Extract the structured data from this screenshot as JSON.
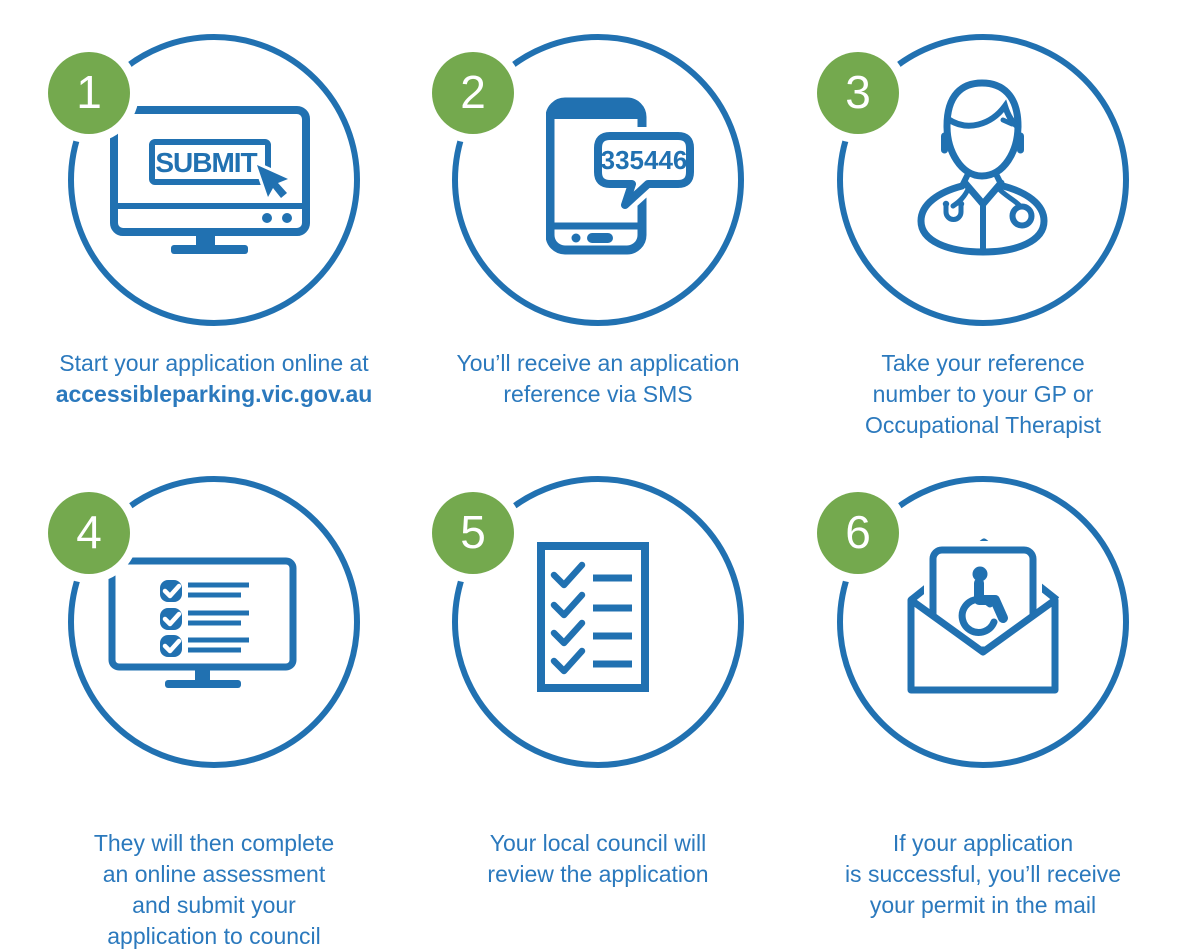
{
  "colors": {
    "blue": "#2171B1",
    "text_blue": "#2B79BD",
    "green": "#74A94E",
    "white": "#FFFFFF"
  },
  "steps": [
    {
      "number": "1",
      "icon": "monitor-submit-icon",
      "screen_button_label": "SUBMIT",
      "caption_lines": [
        "Start your application online at",
        "accessibleparking.vic.gov.au"
      ]
    },
    {
      "number": "2",
      "icon": "phone-sms-icon",
      "sms_code": "335446",
      "caption_lines": [
        "You’ll receive an application",
        "reference via SMS"
      ]
    },
    {
      "number": "3",
      "icon": "doctor-icon",
      "caption_lines": [
        "Take your reference",
        "number to your GP or",
        "Occupational Therapist"
      ]
    },
    {
      "number": "4",
      "icon": "monitor-checklist-icon",
      "caption_lines": [
        "They will then complete",
        "an online assessment",
        "and submit your",
        "application to council"
      ]
    },
    {
      "number": "5",
      "icon": "checklist-document-icon",
      "caption_lines": [
        "Your local council will",
        "review the application"
      ]
    },
    {
      "number": "6",
      "icon": "envelope-permit-icon",
      "caption_lines": [
        "If your application",
        "is successful, you’ll receive",
        "your permit in the mail"
      ]
    }
  ]
}
